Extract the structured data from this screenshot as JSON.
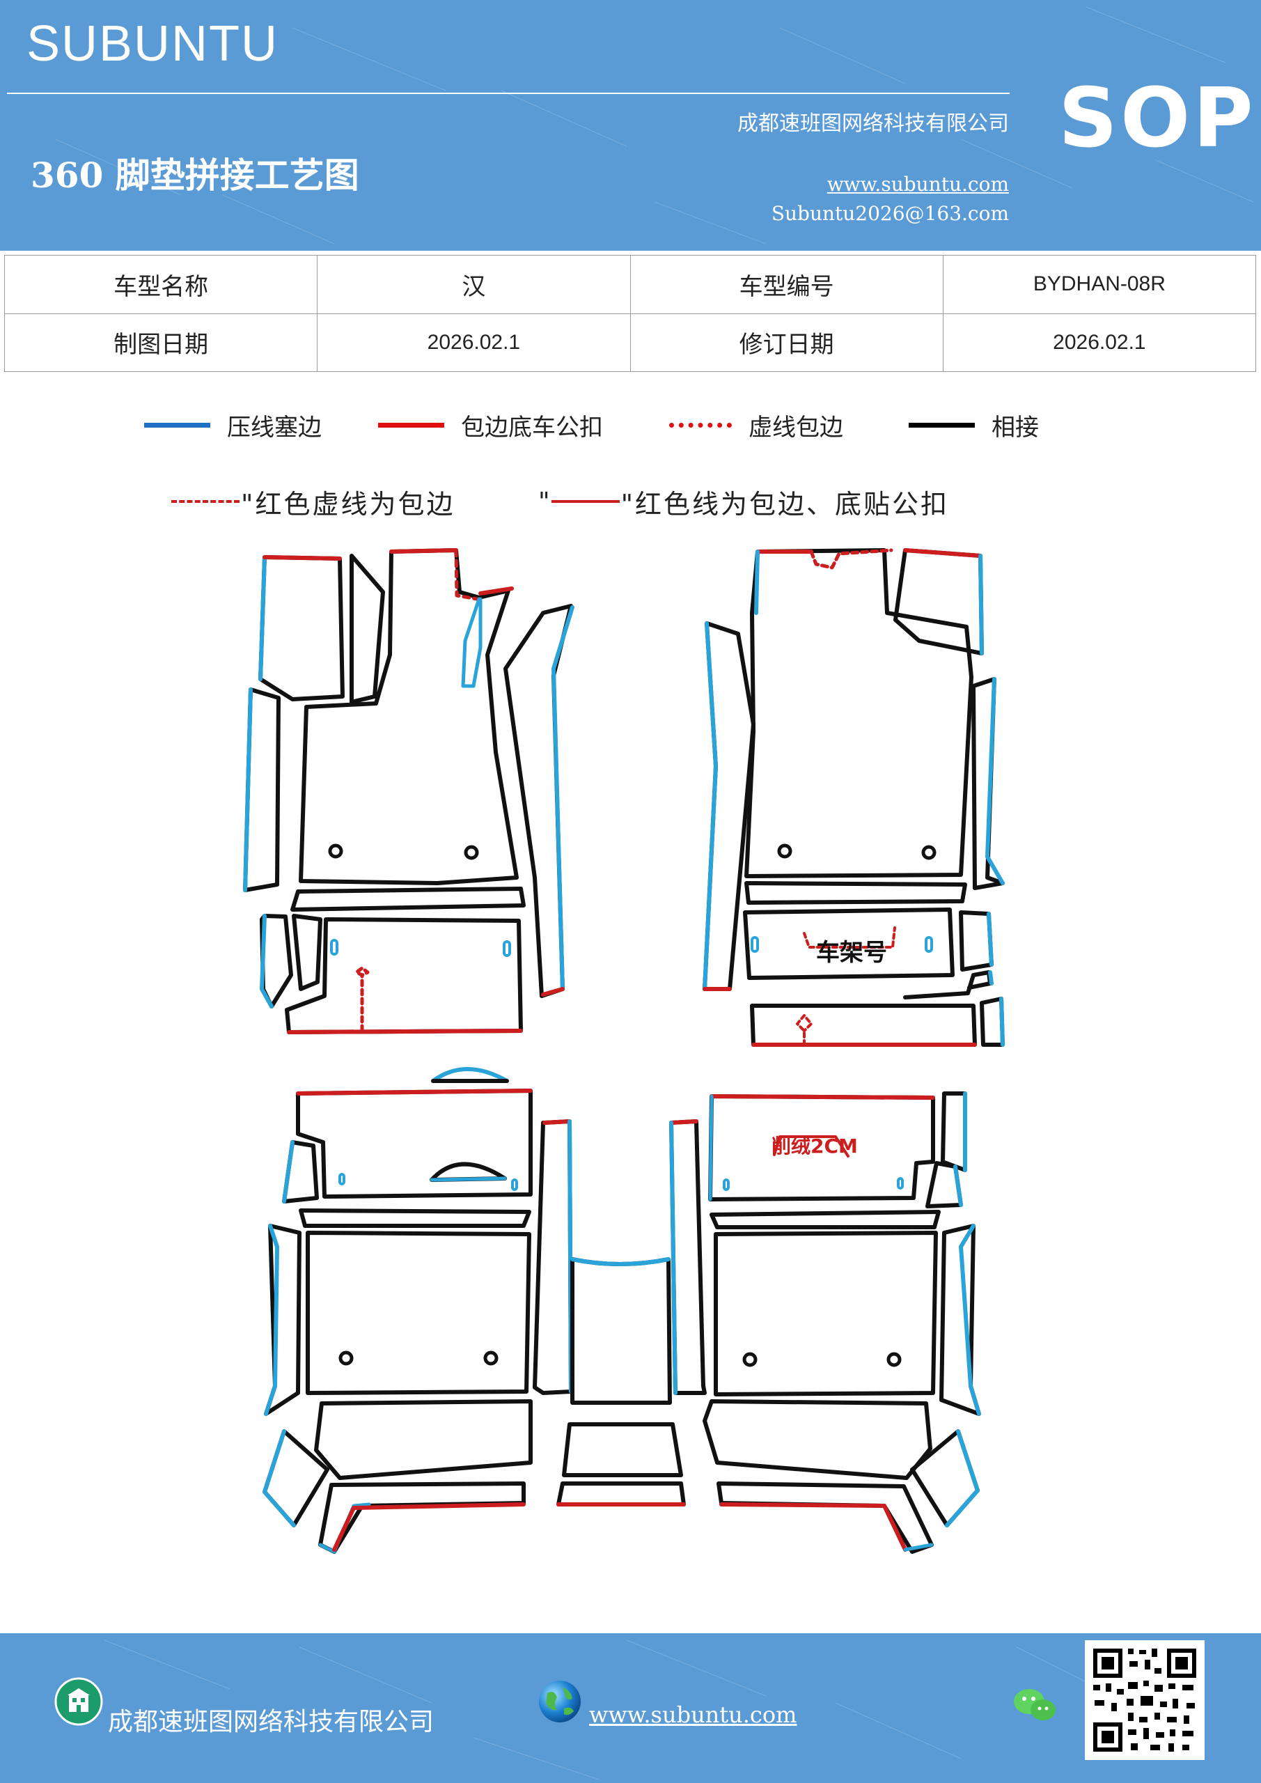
{
  "header": {
    "brand": "SUBUNTU",
    "company": "成都速班图网络科技有限公司",
    "title": "360 脚垫拼接工艺图",
    "website": "www.subuntu.com",
    "email": "Subuntu2026@163.com",
    "badge": "SOP"
  },
  "info": {
    "model_name_label": "车型名称",
    "model_name_value": "汉",
    "model_code_label": "车型编号",
    "model_code_value": "BYDHAN-08R",
    "draw_date_label": "制图日期",
    "draw_date_value": "2026.02.1",
    "revise_date_label": "修订日期",
    "revise_date_value": "2026.02.1"
  },
  "legend": [
    {
      "label": "压线塞边",
      "color": "#1f6fc2",
      "style": "solid"
    },
    {
      "label": "包边底车公扣",
      "color": "#e01010",
      "style": "solid"
    },
    {
      "label": "虚线包边",
      "color": "#e01010",
      "style": "dotted"
    },
    {
      "label": "相接",
      "color": "#000000",
      "style": "solid"
    }
  ],
  "notes": {
    "dashed_note": "\"红色虚线为包边",
    "solid_note": "\"红色线为包边、底贴公扣",
    "quote_mark": "\""
  },
  "diagram_labels": {
    "frame_number": "车架号",
    "shave": "削绒2CM"
  },
  "footer": {
    "company": "成都速班图网络科技有限公司",
    "website": "www.subuntu.com"
  },
  "colors": {
    "header_bg": "#5b9bd5",
    "blue_line": "#2aa3d8",
    "red_line": "#cc1e1e",
    "black_line": "#111111"
  },
  "icons": [
    "building-icon",
    "globe-icon",
    "wechat-icon",
    "qr-code"
  ]
}
